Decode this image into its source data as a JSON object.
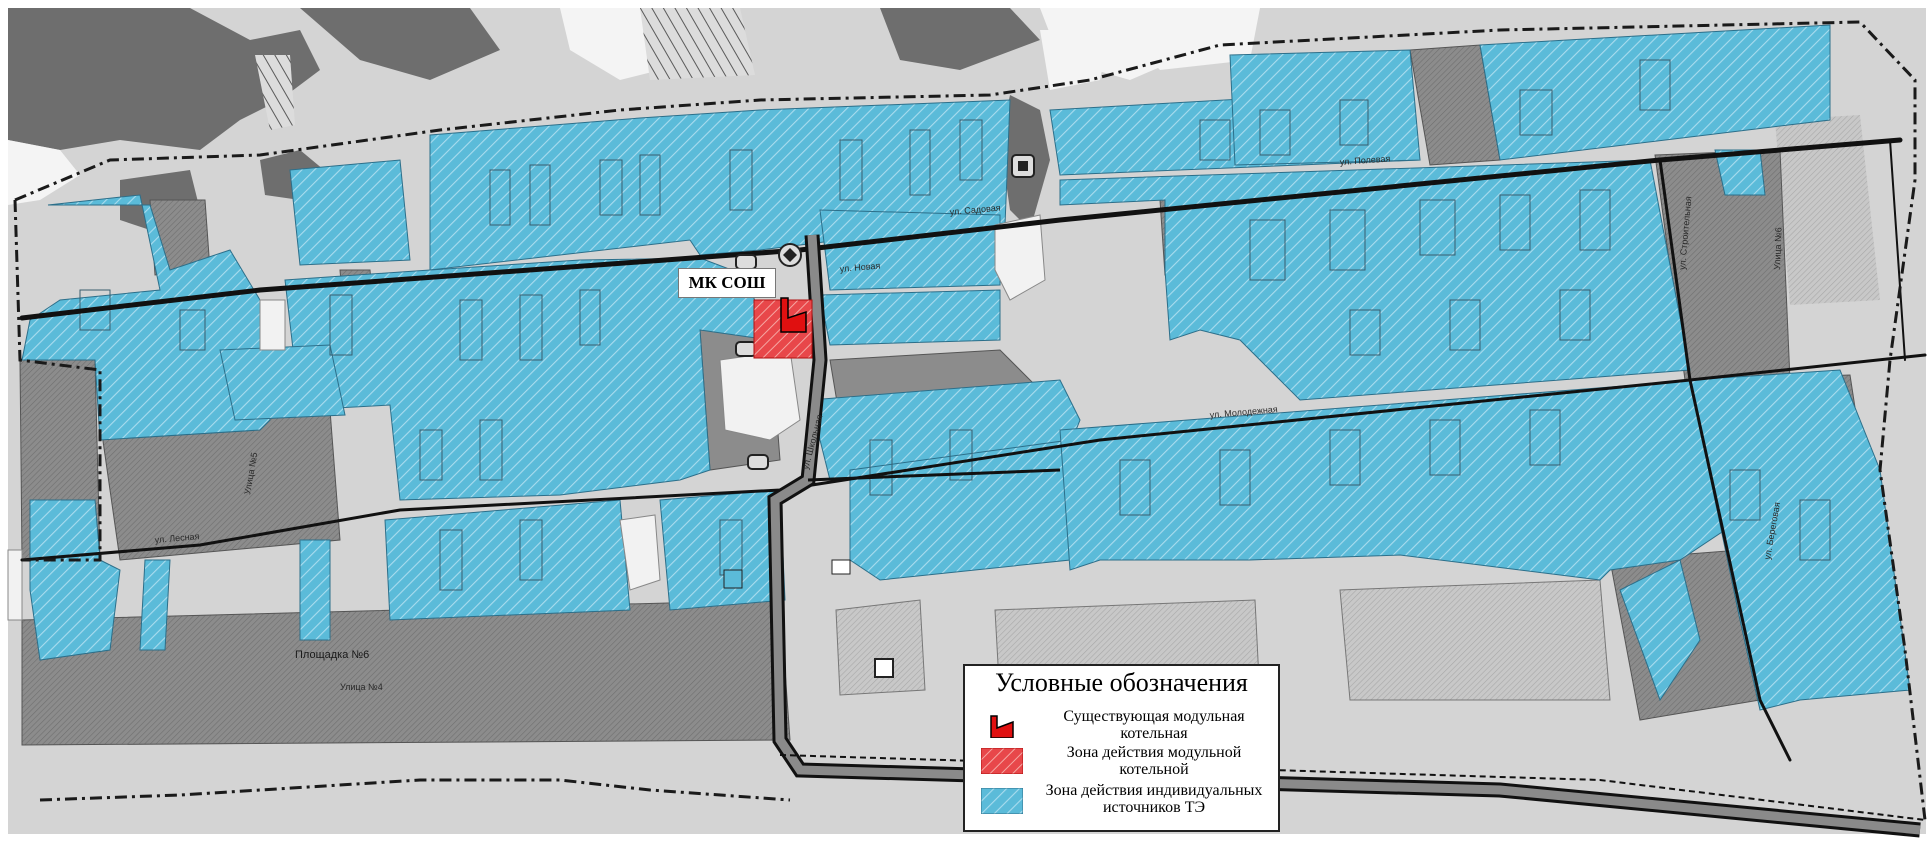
{
  "map": {
    "school_label": "МК СОШ",
    "site_label": "Площадка №6",
    "streets": [
      "Улица №4",
      "Улица №5",
      "Улица №6",
      "ул. Лесная",
      "ул. Школьная",
      "ул. Строительная",
      "ул. Молодежная",
      "ул. Новая",
      "ул. Садовая",
      "ул. Полевая",
      "ул. Береговая"
    ],
    "colors": {
      "individual_zone": "#5bbbd9",
      "modular_zone": "#e8474a",
      "boiler": "#e01010",
      "built_up": "#8c8c8c",
      "background": "#d4d4d4"
    }
  },
  "legend": {
    "title": "Условные обозначения",
    "items": [
      {
        "label": "Существующая модульная котельная",
        "icon": "boiler-icon"
      },
      {
        "label": "Зона действия модульной котельной",
        "icon": "red-hatch-swatch"
      },
      {
        "label": "Зона действия индивидуальных источников ТЭ",
        "icon": "blue-hatch-swatch"
      }
    ]
  }
}
